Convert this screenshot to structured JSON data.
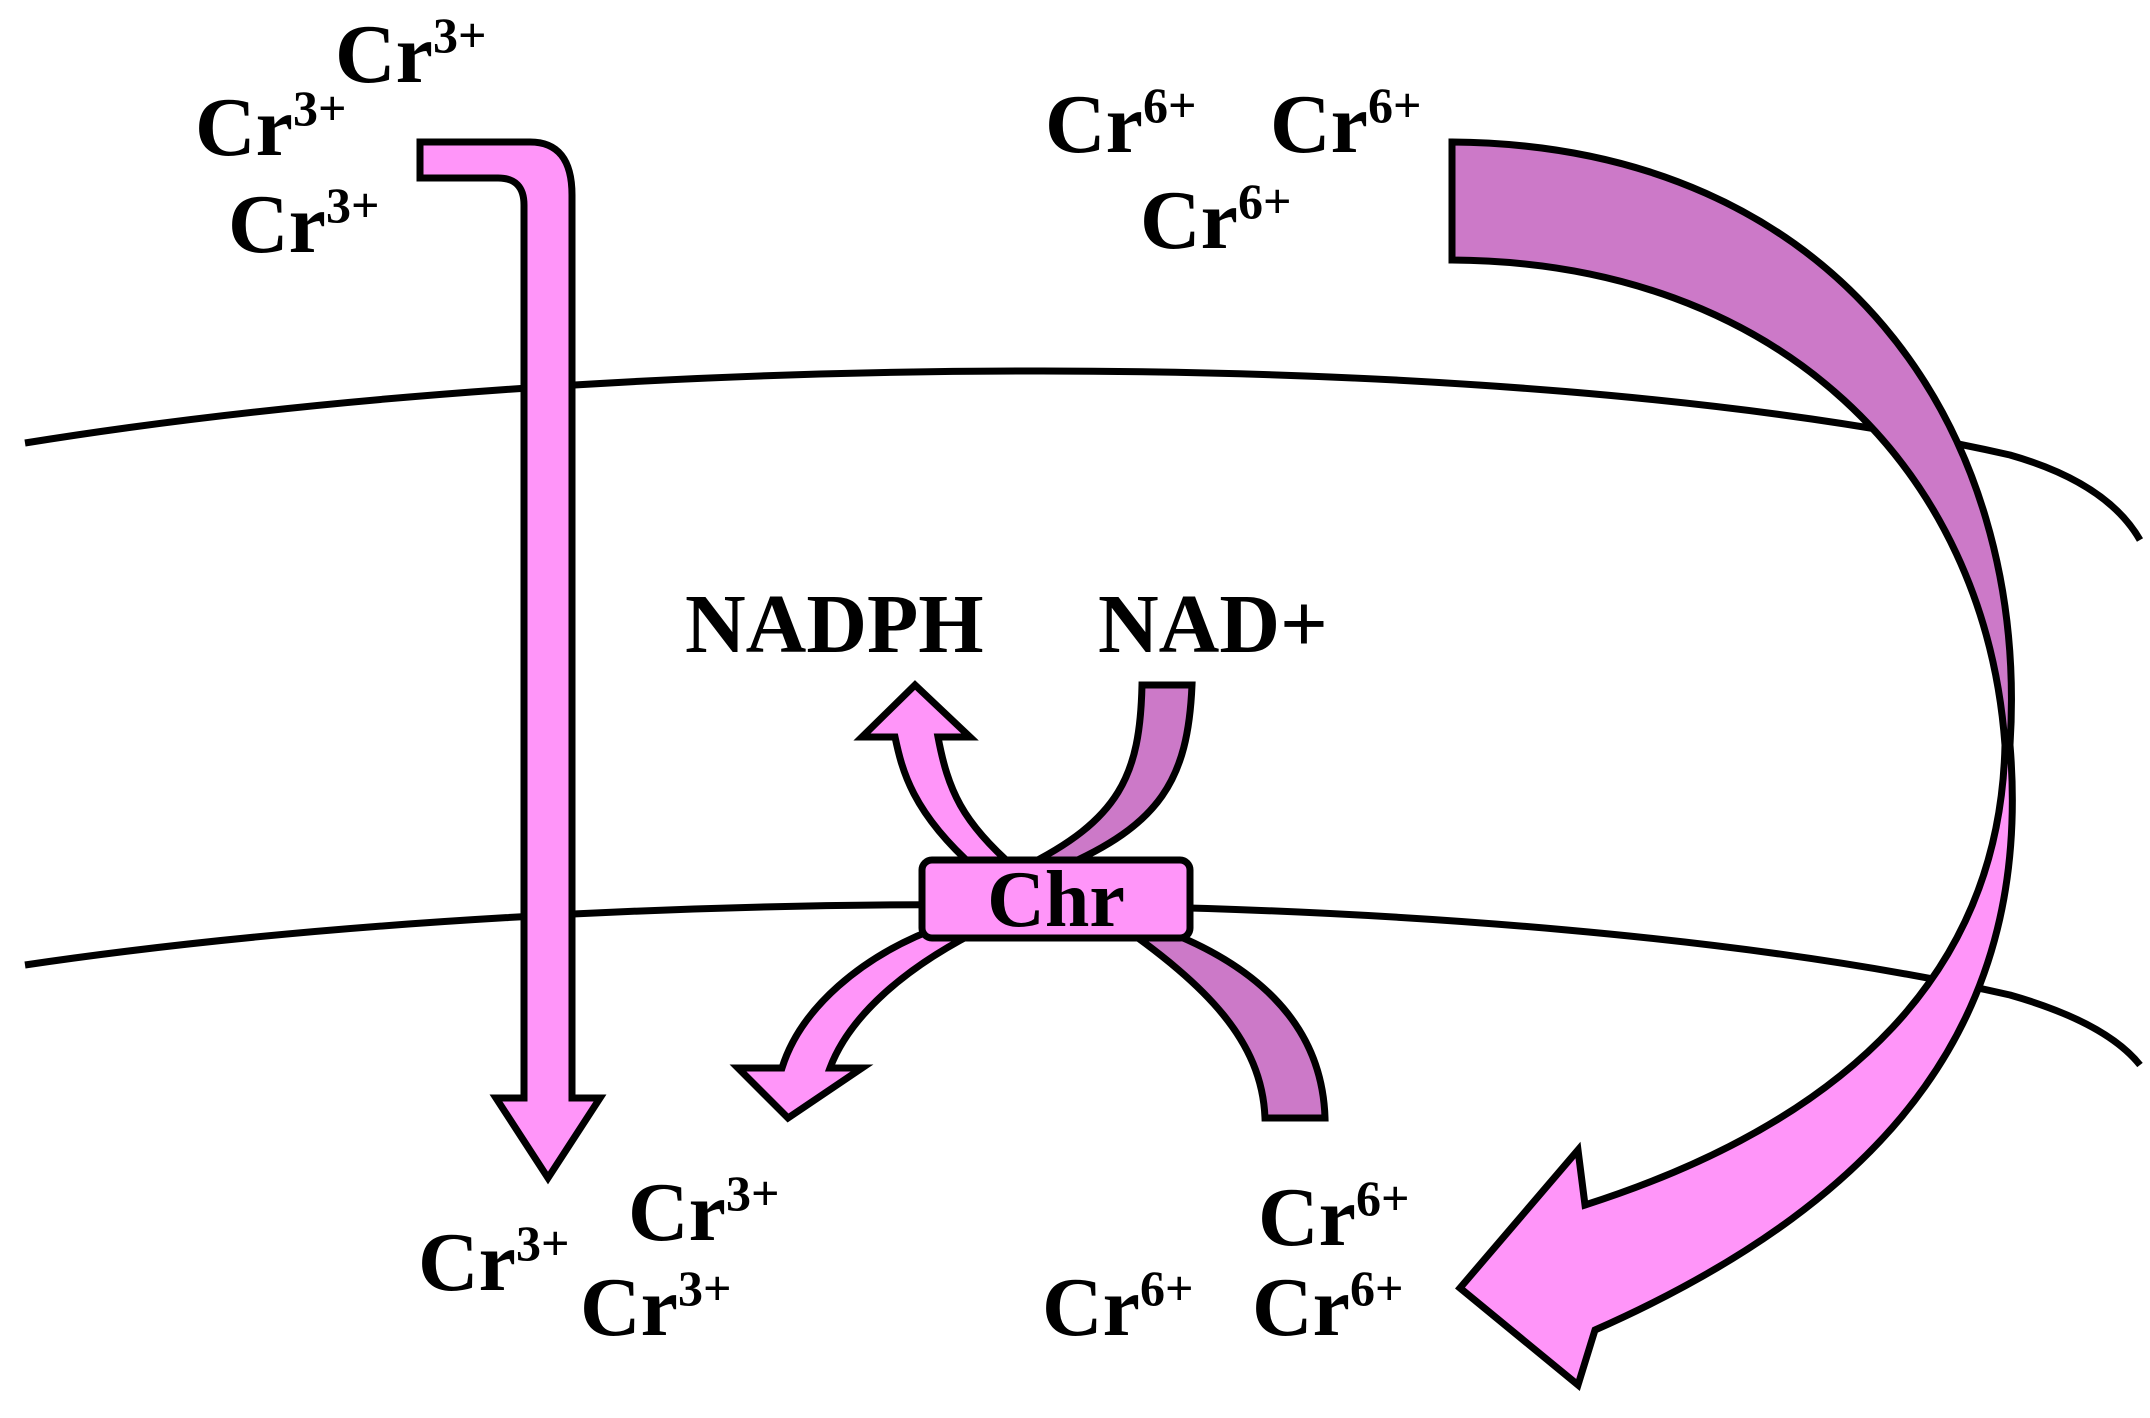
{
  "colors": {
    "pink": "#ff95f9",
    "mauve": "#cc79c8",
    "outline": "#000000"
  },
  "outside_cr3": [
    {
      "element": "Cr",
      "charge": "3+"
    },
    {
      "element": "Cr",
      "charge": "3+"
    },
    {
      "element": "Cr",
      "charge": "3+"
    }
  ],
  "outside_cr6": [
    {
      "element": "Cr",
      "charge": "6+"
    },
    {
      "element": "Cr",
      "charge": "6+"
    },
    {
      "element": "Cr",
      "charge": "6+"
    }
  ],
  "inside_cr3": [
    {
      "element": "Cr",
      "charge": "3+"
    },
    {
      "element": "Cr",
      "charge": "3+"
    },
    {
      "element": "Cr",
      "charge": "3+"
    }
  ],
  "inside_cr6": [
    {
      "element": "Cr",
      "charge": "6+"
    },
    {
      "element": "Cr",
      "charge": "6+"
    },
    {
      "element": "Cr",
      "charge": "6+"
    }
  ],
  "cofactors": {
    "product": "NADPH",
    "substrate": "NAD+"
  },
  "enzyme": {
    "label": "Chr"
  }
}
